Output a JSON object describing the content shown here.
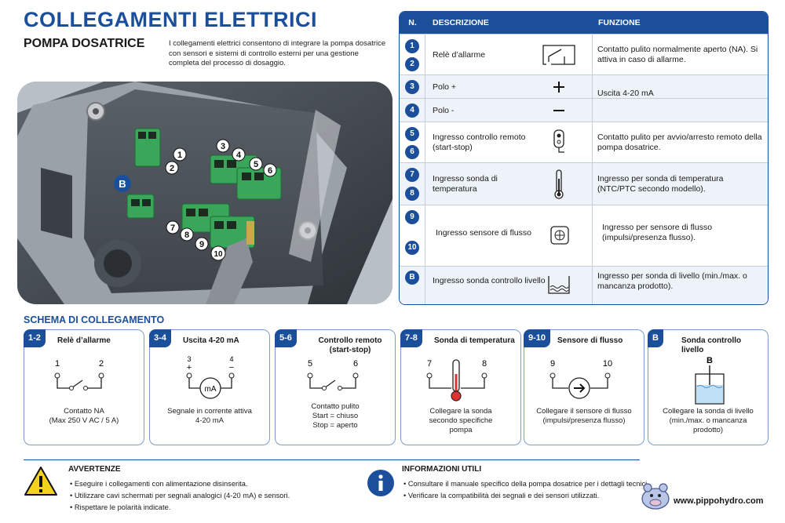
{
  "header": {
    "title": "COLLEGAMENTI ELETTRICI",
    "subtitle": "POMPA DOSATRICE",
    "intro": "I collegamenti elettrici consentono di integrare la pompa dosatrice con sensori e sistemi di controllo esterni per una gestione completa del processo di dosaggio."
  },
  "photo": {
    "labels": [
      "1",
      "2",
      "3",
      "4",
      "5",
      "6",
      "7",
      "8",
      "9",
      "10",
      "B"
    ]
  },
  "table": {
    "headers": {
      "num": "N.",
      "desc": "DESCRIZIONE",
      "func": "FUNZIONE"
    },
    "rows": [
      {
        "nums": [
          "1",
          "2"
        ],
        "desc": "Relè d’allarme",
        "icon": "relay-switch-icon",
        "func": "Contatto pulito normalmente aperto (NA). Si attiva in caso di allarme."
      },
      {
        "nums": [
          "3"
        ],
        "desc": "Polo +",
        "icon": "plus-icon"
      },
      {
        "nums": [
          "4"
        ],
        "desc": "Polo -",
        "icon": "minus-icon",
        "func": "Uscita 4-20 mA"
      },
      {
        "nums": [
          "5",
          "6"
        ],
        "desc": "Ingresso controllo remoto (start-stop)",
        "icon": "remote-control-icon",
        "func": "Contatto pulito per avvio/arresto remoto della pompa dosatrice."
      },
      {
        "nums": [
          "7",
          "8"
        ],
        "desc": "Ingresso sonda di temperatura",
        "icon": "thermometer-icon",
        "func": "Ingresso per sonda di temperatura (NTC/PTC secondo modello)."
      },
      {
        "nums": [
          "9",
          "10"
        ],
        "desc": "Ingresso sensore di flusso",
        "icon": "flow-sensor-icon",
        "func": "Ingresso per sensore di flusso (impulsi/presenza flusso)."
      },
      {
        "nums": [
          "B"
        ],
        "desc": "Ingresso sonda controllo livello",
        "icon": "level-icon",
        "func": "Ingresso per sonda di livello (min./max. o mancanza prodotto)."
      }
    ]
  },
  "schema": {
    "title": "SCHEMA DI COLLEGAMENTO",
    "cards": [
      {
        "tag": "1-2",
        "title": "Relè d’allarme",
        "left": "1",
        "right": "2",
        "foot": "Contatto NA\n(Max 250 V AC / 5 A)"
      },
      {
        "tag": "3-4",
        "title": "Uscita 4-20 mA",
        "left": "3",
        "right": "4",
        "plus": "+",
        "minus": "−",
        "center": "mA",
        "foot": "Segnale in corrente attiva\n4-20 mA"
      },
      {
        "tag": "5-6",
        "title": "Controllo remoto (start-stop)",
        "left": "5",
        "right": "6",
        "foot": "Contatto pulito\nStart = chiuso\nStop = aperto"
      },
      {
        "tag": "7-8",
        "title": "Sonda di temperatura",
        "left": "7",
        "right": "8",
        "foot": "Collegare la sonda\nsecondo specifiche\npompa"
      },
      {
        "tag": "9-10",
        "title": "Sensore di flusso",
        "left": "9",
        "right": "10",
        "foot": "Collegare il sensore di flusso\n(impulsi/presenza flusso)"
      },
      {
        "tag": "B",
        "title": "Sonda controllo livello",
        "label": "B",
        "foot": "Collegare la sonda di livello\n(min./max. o mancanza\nprodotto)"
      }
    ]
  },
  "warnings": {
    "title": "AVVERTENZE",
    "items": [
      "Eseguire i collegamenti con alimentazione disinserita.",
      "Utilizzare cavi schermati per segnali analogici (4-20 mA) e sensori.",
      "Rispettare le polarità indicate."
    ]
  },
  "info": {
    "title": "INFORMAZIONI UTILI",
    "items": [
      "Consultare il manuale specifico della pompa dosatrice per i dettagli tecnici.",
      "Verificare la compatibilità dei segnali e dei sensori utilizzati."
    ]
  },
  "footer": {
    "website": "www.pippohydro.com"
  },
  "colors": {
    "brand": "#1b4f9c",
    "row_alt": "#eef3f9",
    "terminal_green": "#3aa65a",
    "warning": "#f5d21c"
  }
}
